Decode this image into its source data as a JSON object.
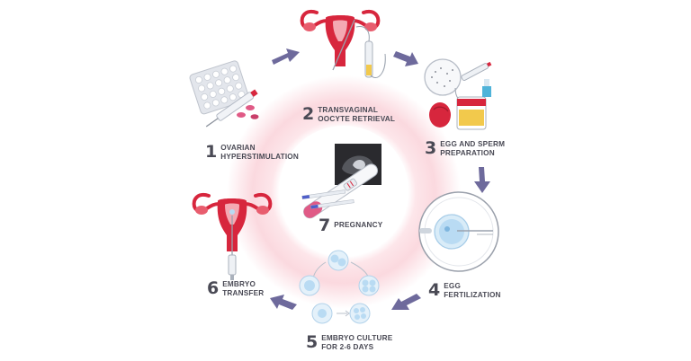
{
  "steps": [
    {
      "number": "1",
      "line1": "OVARIAN",
      "line2": "HYPERSTIMULATION"
    },
    {
      "number": "2",
      "line1": "TRANSVAGINAL",
      "line2": "OOCYTE RETRIEVAL"
    },
    {
      "number": "3",
      "line1": "EGG AND SPERM",
      "line2": "PREPARATION"
    },
    {
      "number": "4",
      "line1": "EGG",
      "line2": "FERTILIZATION"
    },
    {
      "number": "5",
      "line1": "EMBRYO CULTURE",
      "line2": "FOR 2-6 DAYS"
    },
    {
      "number": "6",
      "line1": "EMBRYO",
      "line2": "TRANSFER"
    },
    {
      "number": "7",
      "line1": "PREGNANCY",
      "line2": ""
    }
  ],
  "colors": {
    "uterus": "#d7263d",
    "ring": "#fbdde2",
    "arrow": "#6e6a9c",
    "text": "#4a4a55",
    "embryo": "#b9dbf3"
  },
  "icons": {
    "step1": "pill-blister-and-syringe",
    "step2": "uterus-with-retrieval-needle",
    "step3": "petri-dish-and-sample-cup",
    "step4": "egg-microinjection",
    "step5": "embryo-cells",
    "step6": "uterus-with-transfer-catheter",
    "step7": "pregnancy-test-and-ultrasound"
  }
}
